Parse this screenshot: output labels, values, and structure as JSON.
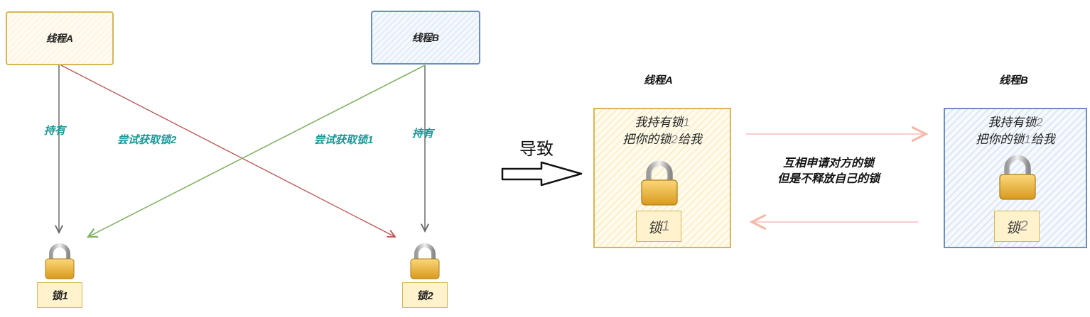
{
  "left_diagram": {
    "thread_a": "线程A",
    "thread_b": "线程B",
    "hold_label_a": "持有",
    "hold_label_b": "持有",
    "try_label_a": "尝试获取锁2",
    "try_label_b": "尝试获取锁1",
    "lock1": "锁1",
    "lock2": "锁2"
  },
  "cause_label": "导致",
  "right_diagram": {
    "thread_a_heading": "线程A",
    "thread_b_heading": "线程B",
    "box_a": {
      "line1_prefix": "我持有锁",
      "line1_num": "1",
      "line2_prefix": "把你的锁",
      "line2_num": "2",
      "line2_suffix": "给我",
      "lock_prefix": "锁",
      "lock_num": "1"
    },
    "box_b": {
      "line1_prefix": "我持有锁",
      "line1_num": "2",
      "line2_prefix": "把你的锁",
      "line2_num": "1",
      "line2_suffix": "给我",
      "lock_prefix": "锁",
      "lock_num": "2"
    },
    "center_line1": "互相申请对方的锁",
    "center_line2": "但是不释放自己的锁"
  },
  "colors": {
    "thread_a_border": "#d6b656",
    "thread_b_border": "#6c8ebf",
    "teal_text": "#1a9999",
    "red_arrow": "#b85450",
    "green_arrow": "#82b366",
    "peach_arrow": "#f8cecc"
  }
}
